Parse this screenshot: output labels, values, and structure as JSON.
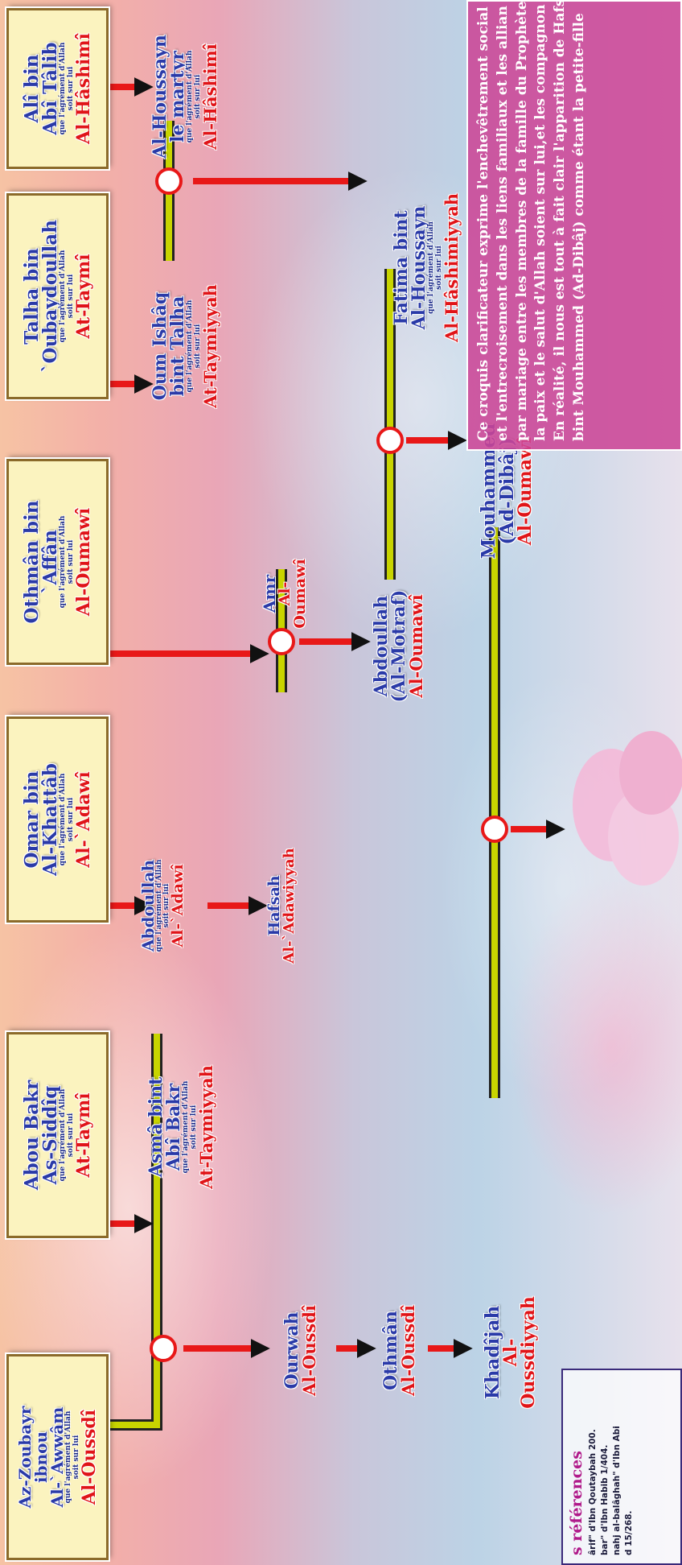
{
  "roots": [
    {
      "name": [
        "Az-Zoubayr",
        "ibnou",
        "Al-`Awwâm"
      ],
      "blessing": [
        "que l'agrément d'Allah",
        "soit sur lui"
      ],
      "tribe": "Al-Oussdî"
    },
    {
      "name": [
        "Abou Bakr",
        "As-Siddîq"
      ],
      "blessing": [
        "que l'agrément d'Allah",
        "soit sur lui"
      ],
      "tribe": "At-Taymî"
    },
    {
      "name": [
        "Omar bin",
        "Al-Khattâb"
      ],
      "blessing": [
        "que l'agrément d'Allah",
        "soit sur lui"
      ],
      "tribe": "Al-`Adawî"
    },
    {
      "name": [
        "Othmân bin",
        "`Affân"
      ],
      "blessing": [
        "que l'agrément d'Allah",
        "soit sur lui"
      ],
      "tribe": "Al-Oumawî"
    },
    {
      "name": [
        "Talha bin",
        "`Oubaydoullah"
      ],
      "blessing": [
        "que l'agrément d'Allah",
        "soit sur lui"
      ],
      "tribe": "At-Taymî"
    },
    {
      "name": [
        "Alî bin",
        "Abî Tâlib"
      ],
      "blessing": [
        "que l'agrément d'Allah",
        "soit sur lui"
      ],
      "tribe": "Al-Hâshimî"
    }
  ],
  "people": {
    "ourwah": {
      "name": [
        "Ourwah"
      ],
      "tribe": "Al-Oussdî"
    },
    "othman2": {
      "name": [
        "Othmân"
      ],
      "tribe": "Al-Oussdî"
    },
    "khadijah": {
      "name": [
        "Khadîjah"
      ],
      "tribe": "Al-Oussdiyyah"
    },
    "asma": {
      "name": [
        "Asmâ bint",
        "Abî Bakr"
      ],
      "blessing": [
        "que l'agrément d'Allah",
        "soit sur lui"
      ],
      "tribe": "At-Taymiyyah"
    },
    "abdoullah_omar": {
      "name": [
        "Abdoullah"
      ],
      "blessing": [
        "que l'agrément d'Allah",
        "soit sur lui"
      ],
      "tribe": "Al-`Adawî"
    },
    "hafsah": {
      "name": [
        "Hafsah"
      ],
      "tribe": "Al-`Adawiyyah"
    },
    "amr": {
      "name": [
        "Amr"
      ],
      "tribe": "Al-Oumawî"
    },
    "abdoullah_motraf": {
      "name": [
        "Abdoullah",
        "(Al-Motraf)"
      ],
      "tribe": "Al-Oumawî"
    },
    "oum_ishaq": {
      "name": [
        "Oum Ishâq",
        "bint Talha"
      ],
      "blessing": [
        "que l'agrément d'Allah",
        "soit sur lui"
      ],
      "tribe": "At-Taymiyyah"
    },
    "houssayn": {
      "name": [
        "Al-Houssayn",
        "le martyr"
      ],
      "blessing": [
        "que l'agrément d'Allah",
        "soit sur lui"
      ],
      "tribe": "Al-Hâshimî"
    },
    "fatima": {
      "name": [
        "Fatima bint",
        "Al-Houssayn"
      ],
      "blessing": [
        "que l'agrément d'Allah",
        "soit sur lui"
      ],
      "tribe": "Al-Hâshimiyyah"
    },
    "mouhammed": {
      "name": [
        "Mouhammed",
        "(Ad-Dibâj)"
      ],
      "tribe": "Al-Oumawî"
    }
  },
  "references": {
    "title": "s références",
    "items": [
      "ârif\" d'Ibn Qoutaybah 200.",
      "bar\" d'Ibn Habib 1/404.",
      "nahj al-balâghah\" d'Ibn Abi",
      "d 15/268."
    ]
  },
  "description": {
    "lines": [
      "Ce croquis clarificateur exprime l'enchevêtrement social",
      "et l'entrecroisement dans les liens familiaux et les allian",
      "par mariage entre les membres de la famille du Prophète",
      "la paix et le salut d'Allah soient sur lui,et les compagnon",
      "En réalité, il nous est tout à fait clair l'apparition de Hafs",
      "bint Mouhammed (Ad-Dibâj) comme étant la petite-fille"
    ]
  },
  "colors": {
    "connector": "#c8d400",
    "arrow": "#e81818",
    "name": "#2a3aa8",
    "tribe": "#e01418",
    "box": "#fbf3bf"
  }
}
